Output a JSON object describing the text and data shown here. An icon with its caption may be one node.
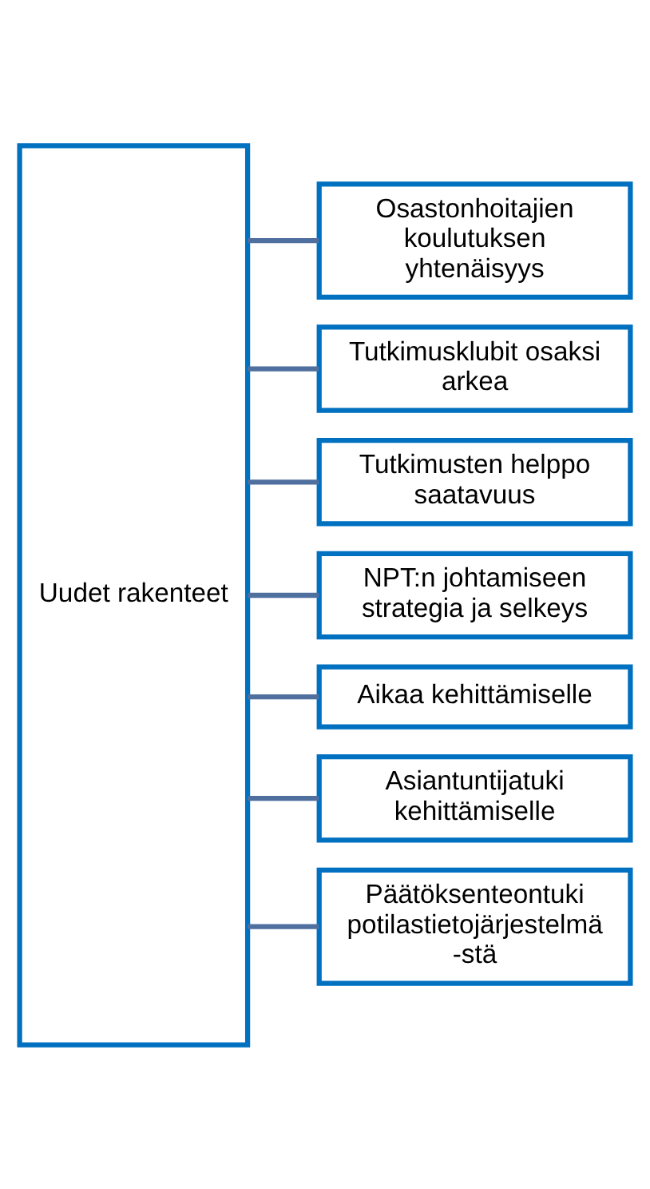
{
  "diagram": {
    "nodes": [
      {
        "text": [
          "Uudet rakenteet"
        ]
      },
      {
        "text": [
          "Osastonhoitajien koulutuksen yhtenäisyys"
        ]
      },
      {
        "text": [
          "Tutkimusklubit osaksi arkea"
        ]
      },
      {
        "text": [
          "Tutkimusten helppo saatavuus"
        ]
      },
      {
        "text": [
          "NPT:n johtamiseen strategia ja selkeys"
        ]
      },
      {
        "text": [
          "Aikaa kehittämiselle"
        ]
      },
      {
        "text": [
          "Asiantuntijatuki kehittämiselle"
        ]
      },
      {
        "text": [
          "Päätöksenteontuki potilastietojärjestelmä -stä"
        ]
      }
    ],
    "edges": [
      {
        "from": 0,
        "to": 1,
        "arrow": "none"
      },
      {
        "from": 0,
        "to": 2,
        "arrow": "none"
      },
      {
        "from": 0,
        "to": 3,
        "arrow": "none"
      },
      {
        "from": 0,
        "to": 4,
        "arrow": "none"
      },
      {
        "from": 0,
        "to": 5,
        "arrow": "none"
      },
      {
        "from": 0,
        "to": 6,
        "arrow": "none"
      },
      {
        "from": 0,
        "to": 7,
        "arrow": "none"
      }
    ]
  }
}
